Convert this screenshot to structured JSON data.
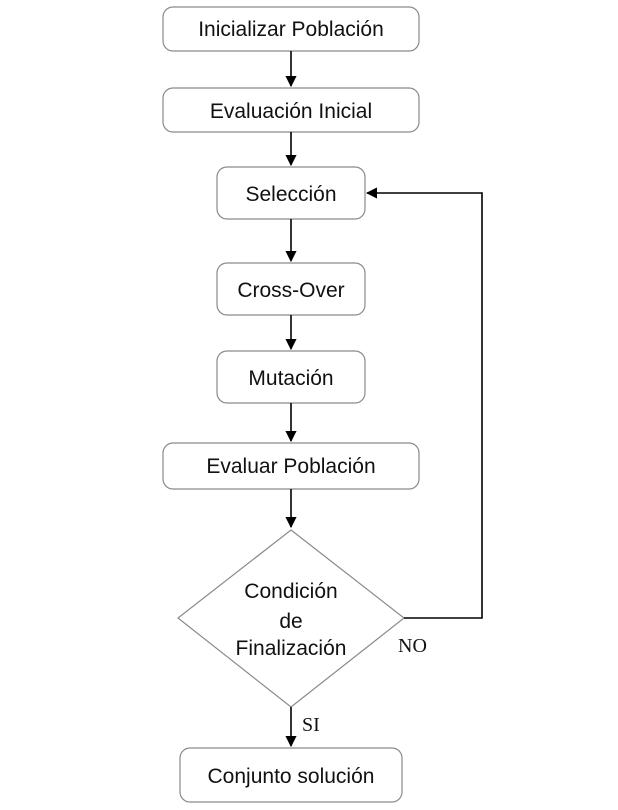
{
  "nodes": {
    "init": "Inicializar Población",
    "eval_initial": "Evaluación Inicial",
    "selection": "Selección",
    "crossover": "Cross-Over",
    "mutation": "Mutación",
    "eval_population": "Evaluar Población",
    "condition": [
      "Condición",
      "de",
      "Finalización"
    ],
    "solution": "Conjunto solución"
  },
  "edges": {
    "no_label": "NO",
    "yes_label": "SI"
  }
}
